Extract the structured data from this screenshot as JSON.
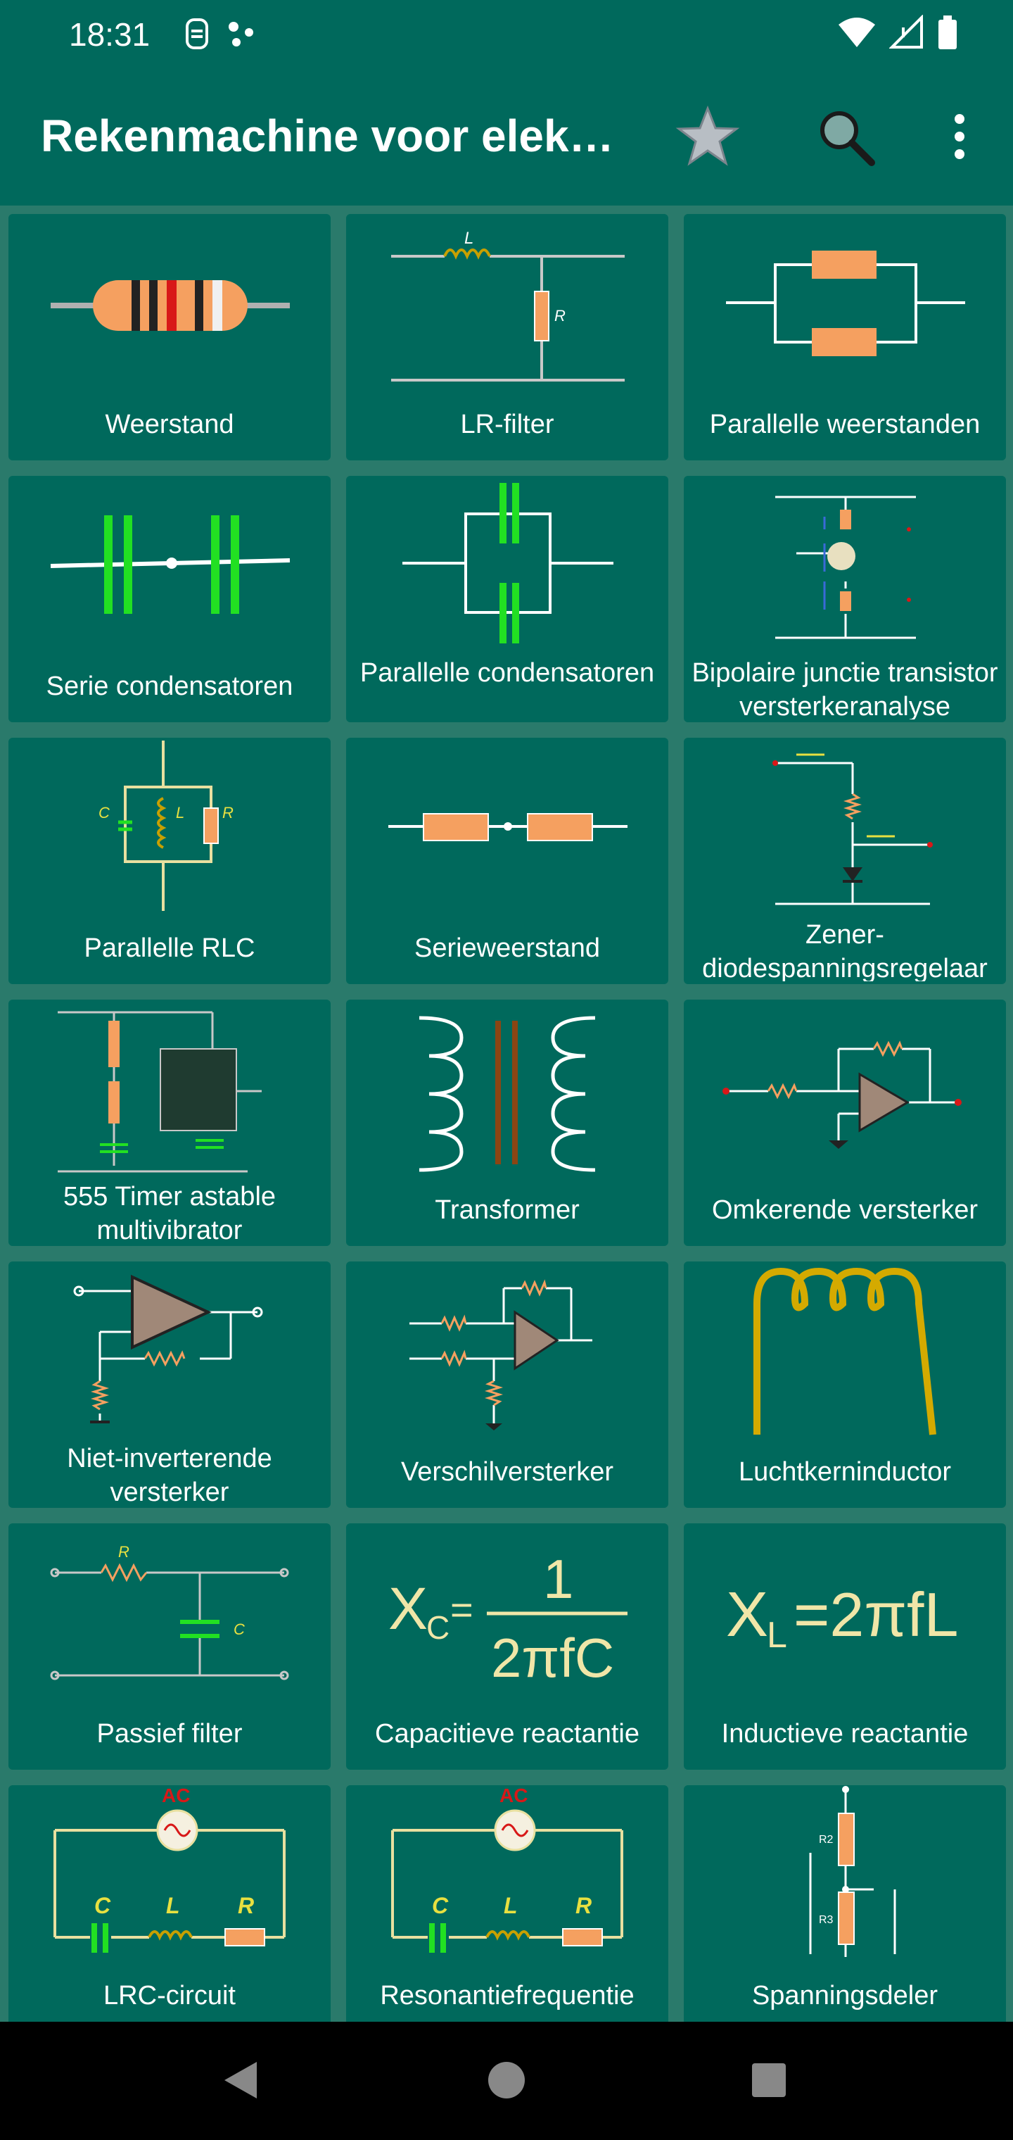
{
  "status_bar": {
    "time": "18:31",
    "icons": [
      "sim-icon",
      "dots-icon",
      "wifi-icon",
      "signal-icon",
      "battery-icon"
    ]
  },
  "app_bar": {
    "title": "Rekenmachine voor elek…",
    "actions": [
      "star-icon",
      "search-icon",
      "more-vert-icon"
    ]
  },
  "tiles": [
    {
      "label": "Weerstand",
      "icon": "resistor-icon"
    },
    {
      "label": "LR-filter",
      "icon": "lr-filter-icon"
    },
    {
      "label": "Parallelle weerstanden",
      "icon": "parallel-resistors-icon"
    },
    {
      "label": "Serie condensatoren",
      "icon": "series-capacitors-icon"
    },
    {
      "label": "Parallelle condensatoren",
      "icon": "parallel-capacitors-icon"
    },
    {
      "label": "Bipolaire junctie transistor versterkeranalyse",
      "icon": "bjt-amplifier-icon"
    },
    {
      "label": "Parallelle RLC",
      "icon": "parallel-rlc-icon"
    },
    {
      "label": "Serieweerstand",
      "icon": "series-resistor-icon"
    },
    {
      "label": "Zener-diodespanningsregelaar",
      "icon": "zener-regulator-icon"
    },
    {
      "label": "555 Timer astable multivibrator",
      "icon": "timer-555-icon"
    },
    {
      "label": "Transformer",
      "icon": "transformer-icon"
    },
    {
      "label": "Omkerende versterker",
      "icon": "inverting-amplifier-icon"
    },
    {
      "label": "Niet-inverterende versterker",
      "icon": "non-inverting-amplifier-icon"
    },
    {
      "label": "Verschilversterker",
      "icon": "differential-amplifier-icon"
    },
    {
      "label": "Luchtkerninductor",
      "icon": "air-core-inductor-icon"
    },
    {
      "label": "Passief filter",
      "icon": "passive-filter-icon"
    },
    {
      "label": "Capacitieve reactantie",
      "icon": "capacitive-reactance-icon"
    },
    {
      "label": "Inductieve reactantie",
      "icon": "inductive-reactance-icon"
    },
    {
      "label": "LRC-circuit",
      "icon": "lrc-circuit-icon"
    },
    {
      "label": "Resonantiefrequentie",
      "icon": "resonance-frequency-icon"
    },
    {
      "label": "Spanningsdeler",
      "icon": "voltage-divider-icon"
    }
  ],
  "illustration_text": {
    "L": "L",
    "R": "R",
    "C": "C",
    "AC": "AC",
    "R2": "R2",
    "R3": "R3",
    "xc_lhs": "X",
    "xc_sub": "C",
    "xc_num": "1",
    "xc_den": "2πfC",
    "xl_lhs": "X",
    "xl_sub": "L",
    "xl_rhs": "=2πfL"
  },
  "nav_bar": [
    "back-icon",
    "home-icon",
    "recents-icon"
  ],
  "colors": {
    "status_bar": "#00695c",
    "app_bar": "#00695c",
    "background": "#2a7a6b",
    "tile": "#00695c",
    "resistor": "#f5a060",
    "capacitor": "#22e022",
    "inductor": "#c8a000",
    "formula": "#f0e6a8"
  }
}
